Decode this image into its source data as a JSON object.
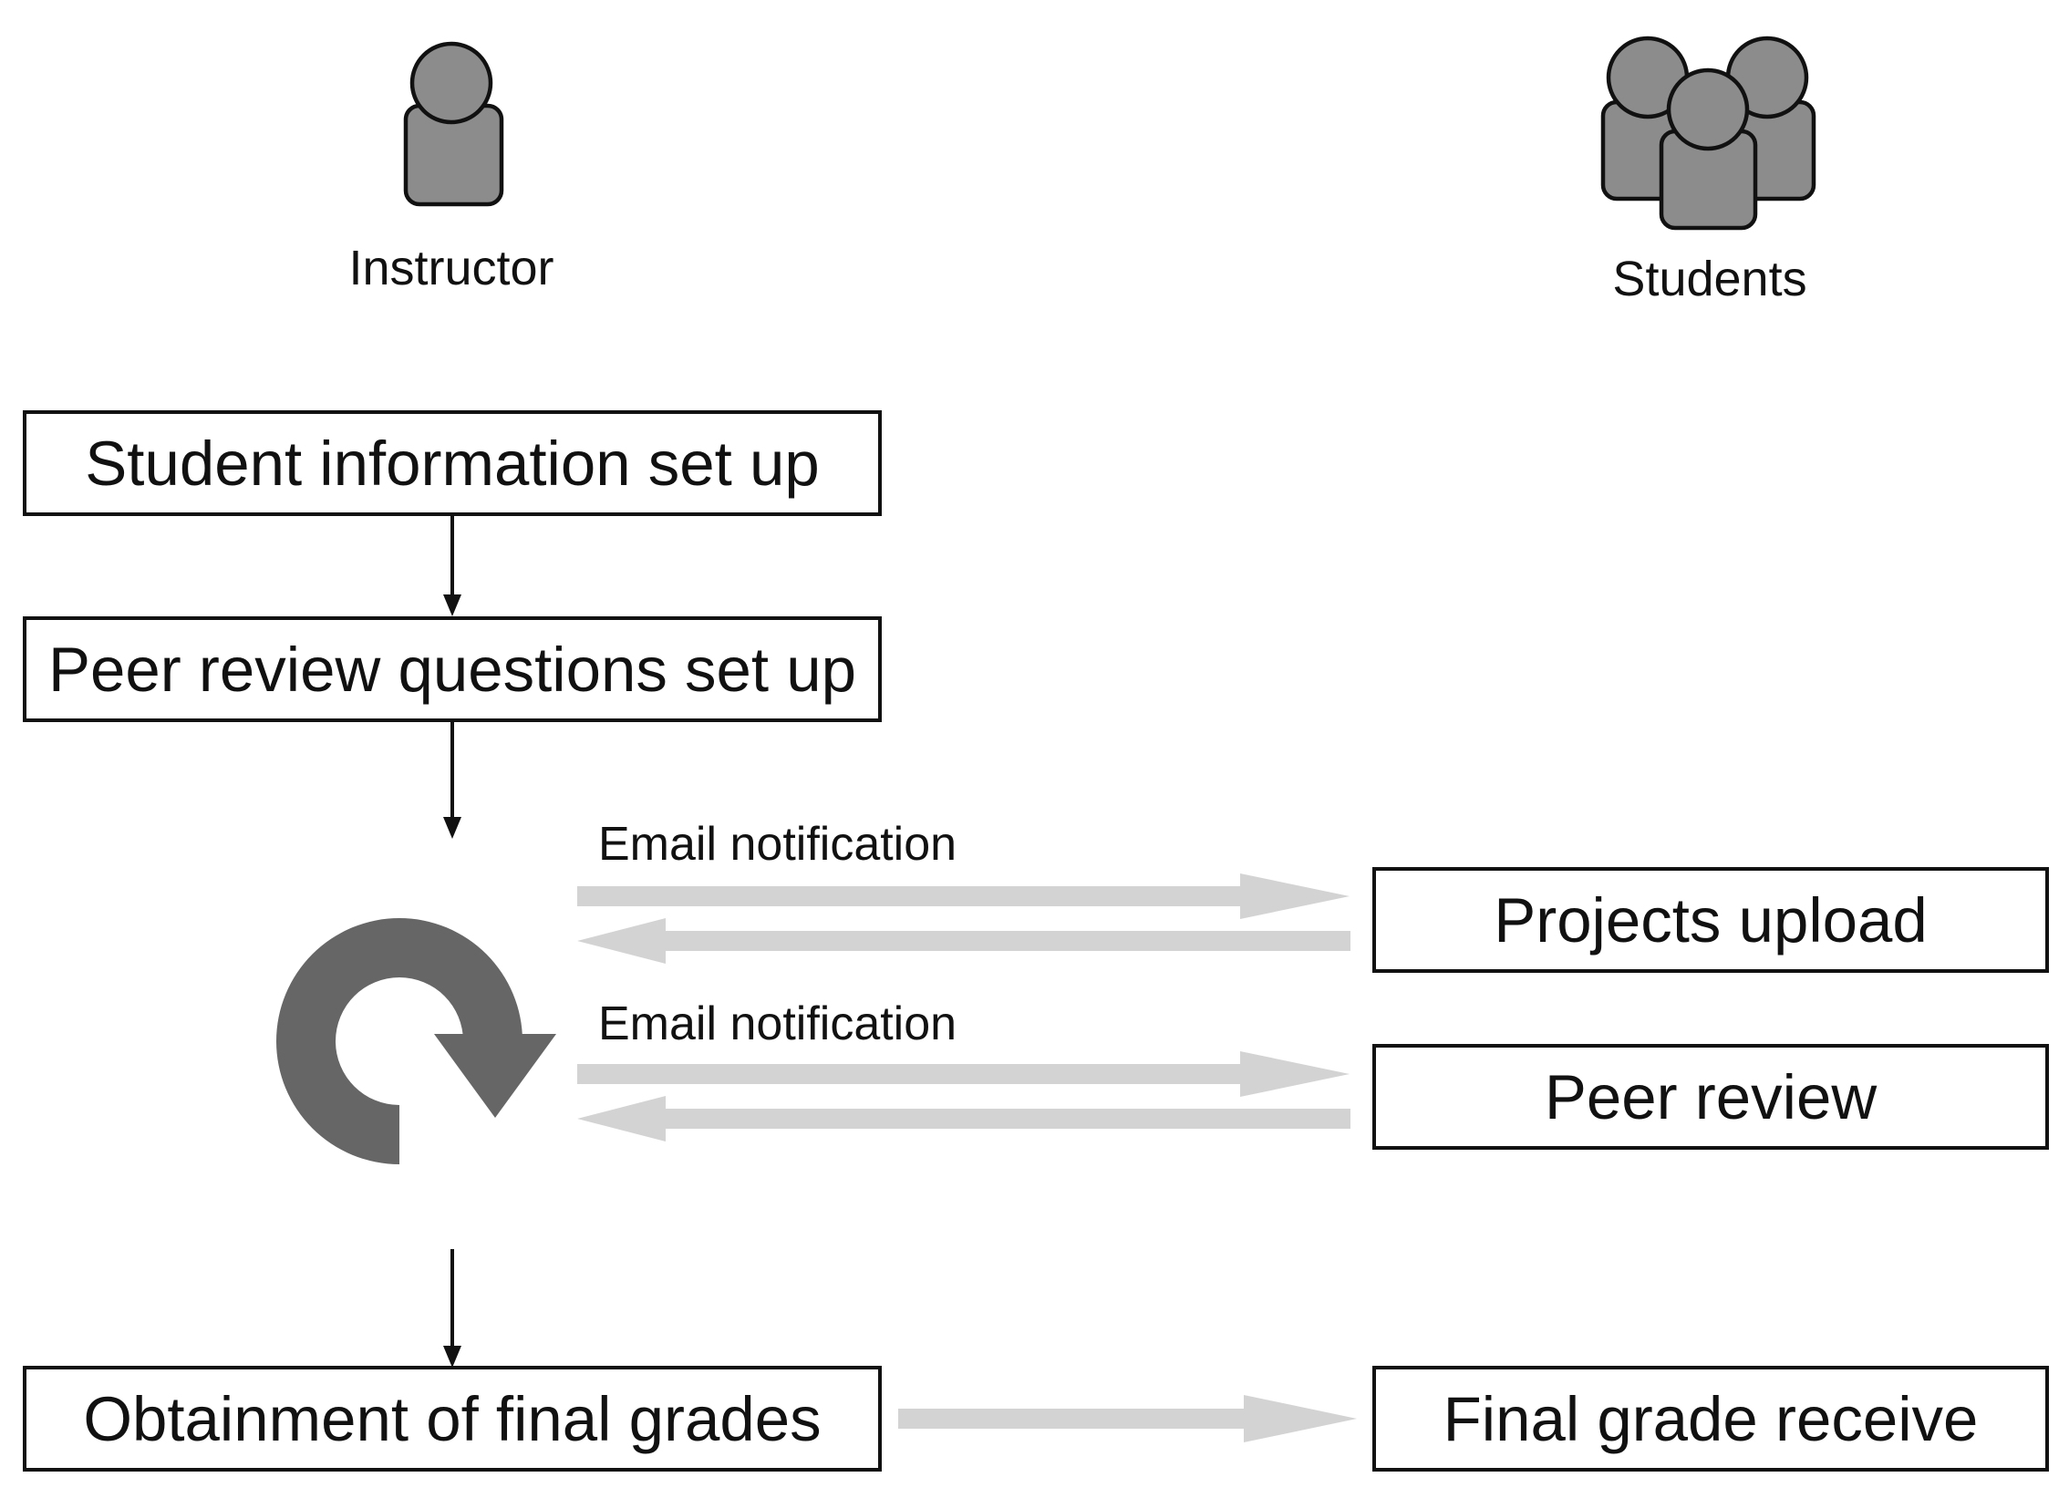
{
  "actors": {
    "instructor": "Instructor",
    "students": "Students"
  },
  "steps": {
    "student_info": "Student information set up",
    "questions": "Peer review questions set up",
    "final_grades": "Obtainment of final grades",
    "projects_upload": "Projects upload",
    "peer_review": "Peer review",
    "final_receive": "Final grade receive"
  },
  "notes": {
    "email_1": "Email notification",
    "email_2": "Email notification"
  },
  "colors": {
    "icon_fill": "#8c8c8c",
    "cycle_fill": "#666666",
    "grey_arrow": "#d3d3d3"
  }
}
